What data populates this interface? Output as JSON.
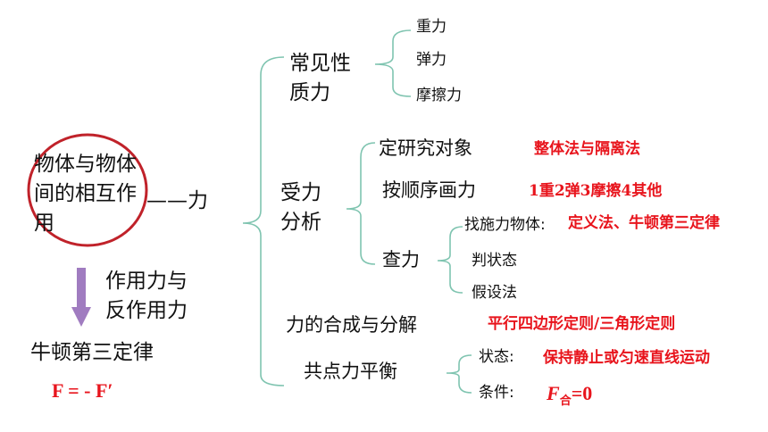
{
  "center": {
    "text": "物体与物体间的相互作用",
    "connector": "——力"
  },
  "left": {
    "label_line1": "作用力与",
    "label_line2": "反作用力",
    "law": "牛顿第三定律",
    "formula": "F = - F′"
  },
  "branches": {
    "common_forces": {
      "label_line1": "常见性",
      "label_line2": "质力",
      "items": [
        "重力",
        "弹力",
        "摩擦力"
      ]
    },
    "force_analysis": {
      "label_line1": "受力",
      "label_line2": "分析",
      "object": {
        "label": "定研究对象",
        "method": "整体法与隔离法"
      },
      "order": {
        "label": "按顺序画力",
        "method": "1重2弹3摩擦4其他"
      },
      "check": {
        "label": "查力",
        "items": [
          {
            "label": "找施力物体:",
            "method": "定义法、牛顿第三定律"
          },
          {
            "label": "判状态",
            "method": ""
          },
          {
            "label": "假设法",
            "method": ""
          }
        ]
      }
    },
    "composition": {
      "label": "力的合成与分解",
      "method": "平行四边形定则/三角形定则"
    },
    "equilibrium": {
      "label": "共点力平衡",
      "state": {
        "label": "状态:",
        "value": "保持静止或匀速直线运动"
      },
      "condition": {
        "label": "条件:",
        "symbol": "F",
        "subscript": "合",
        "value": "=0"
      }
    }
  },
  "colors": {
    "line": "#7fc4b0",
    "circle": "#c0222a",
    "arrow": "#a07cc0",
    "accent_red": "#e8141c"
  }
}
